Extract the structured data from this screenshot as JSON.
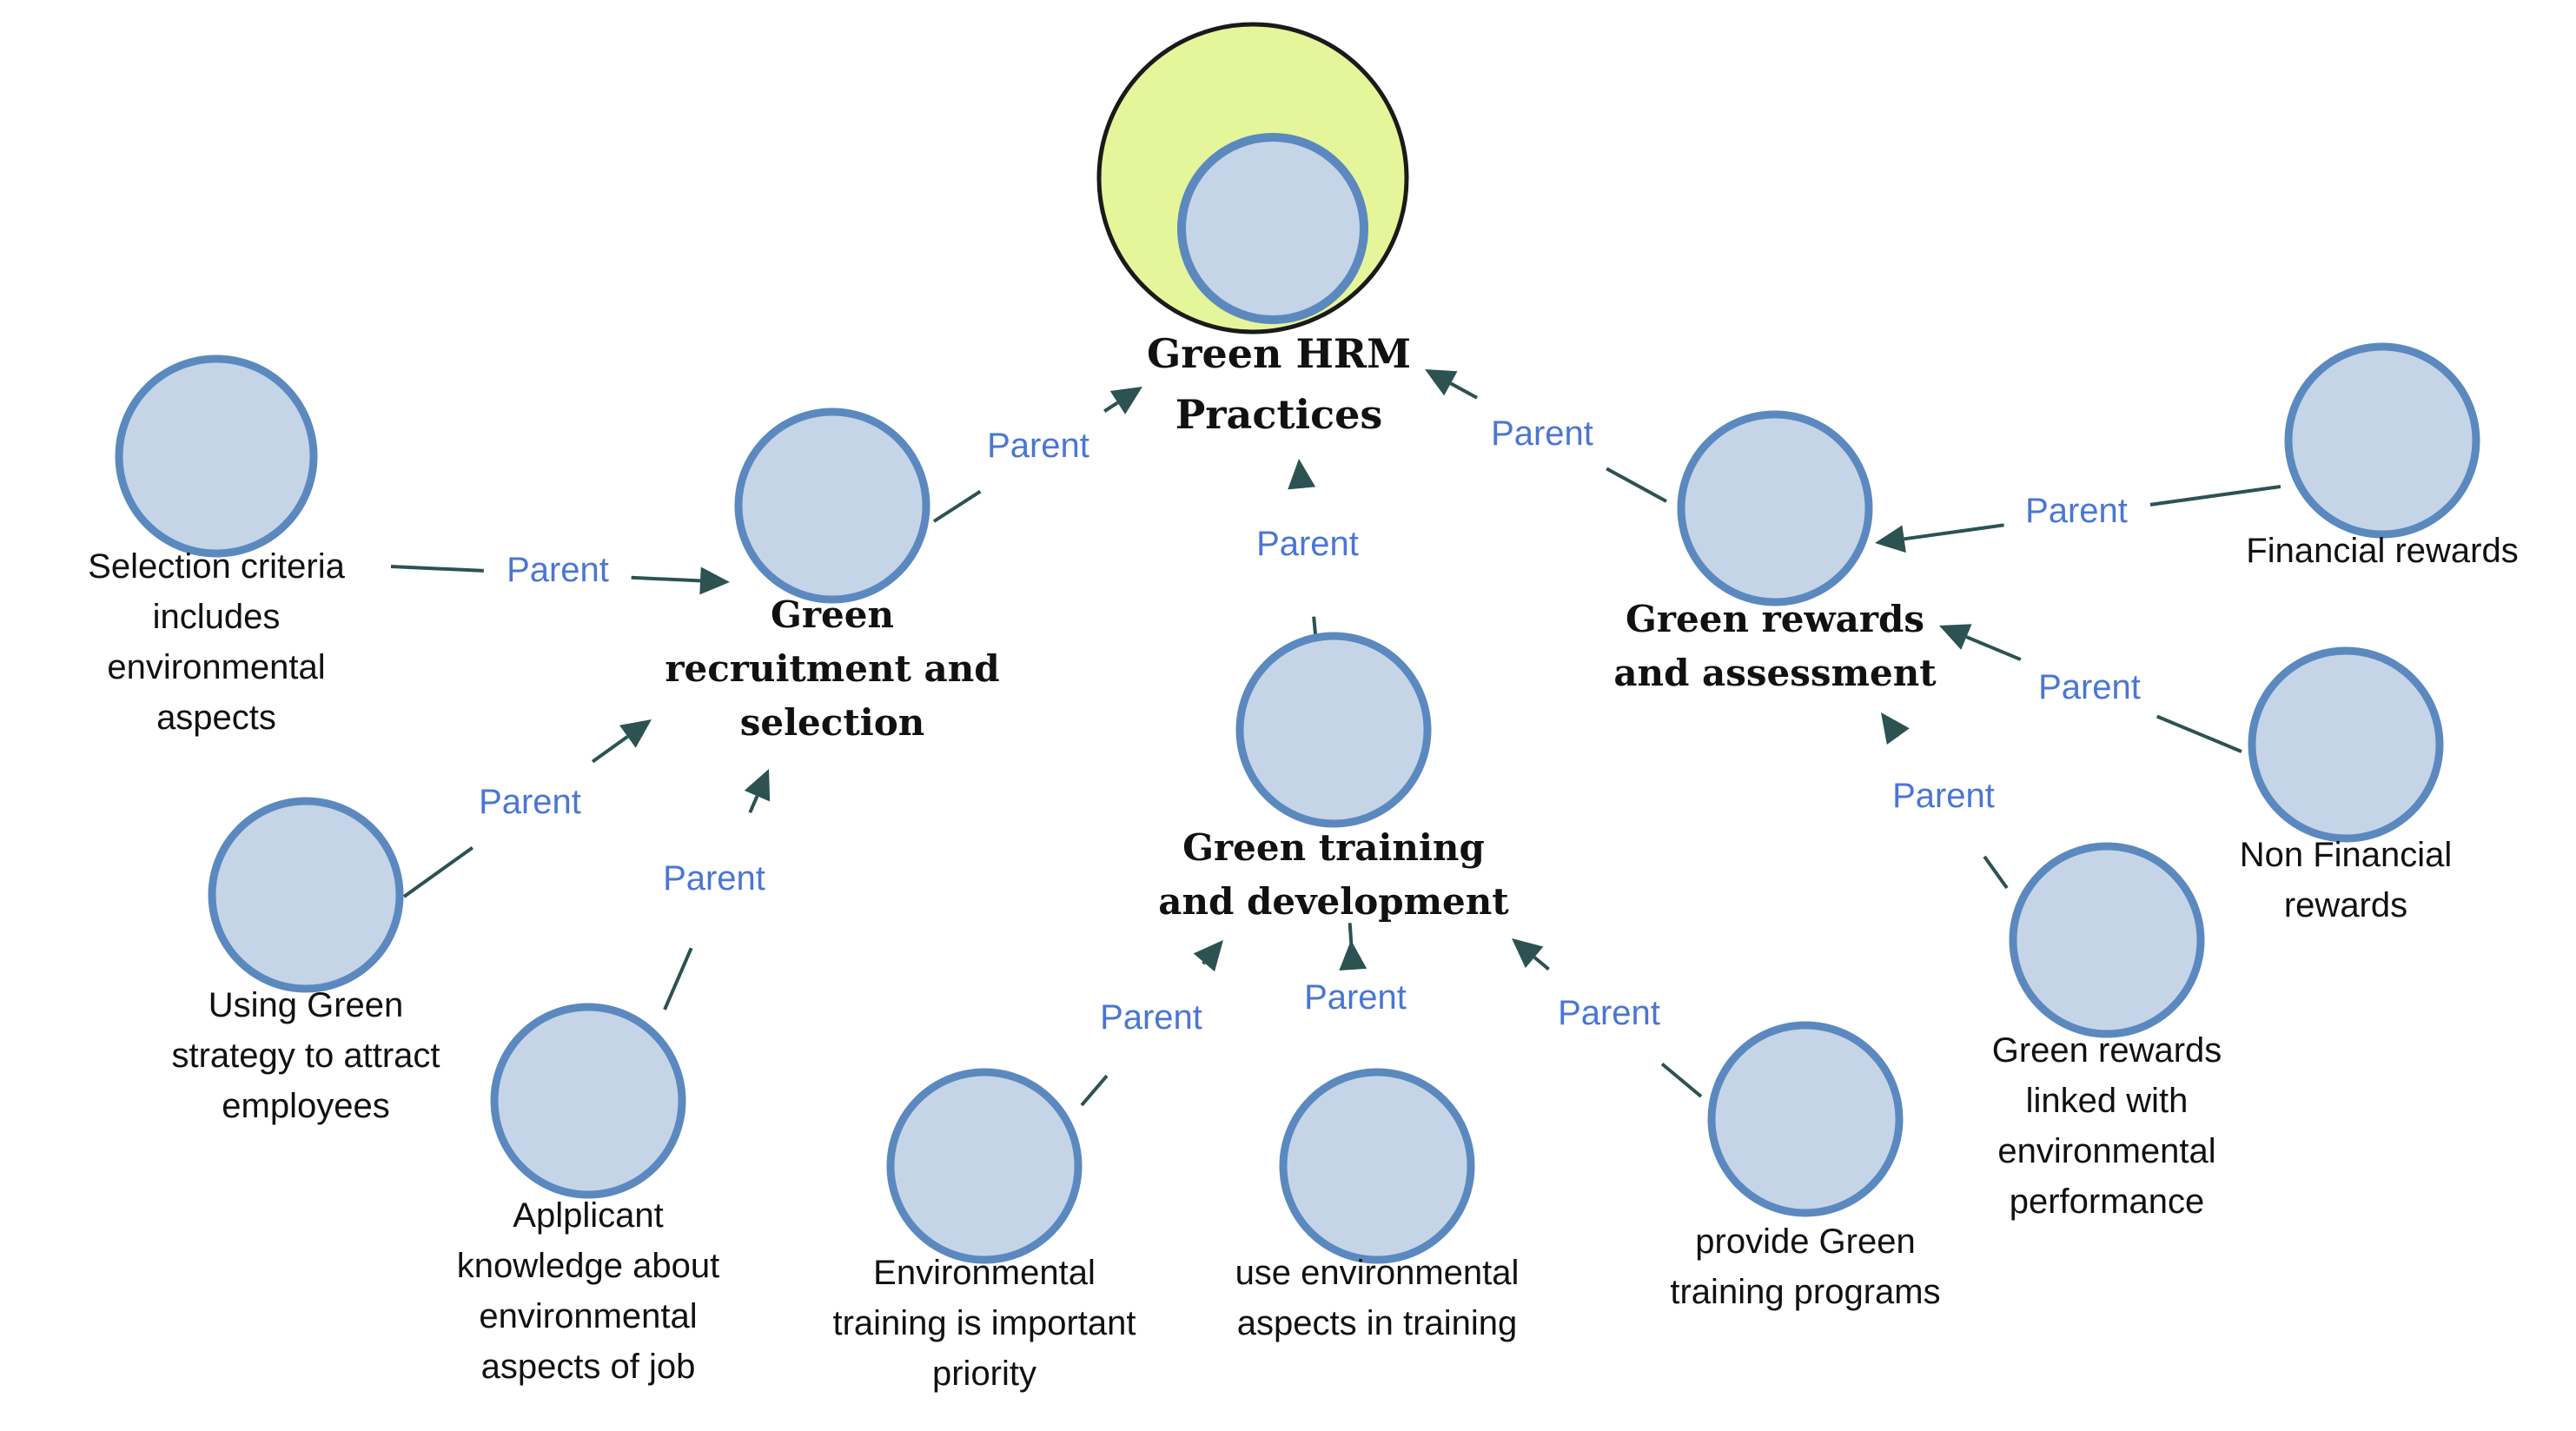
{
  "edge_label": "Parent",
  "colors": {
    "node_fill": "#c5d5e7",
    "node_stroke": "#5b89bf",
    "root_fill": "#e4f59a",
    "edge": "#2c5252",
    "edge_label": "#4a76d4"
  },
  "root": {
    "id": "green-hrm-practices",
    "label_lines": [
      "Green HRM",
      "Practices"
    ]
  },
  "groups": [
    {
      "id": "green-recruitment",
      "label_lines": [
        "Green",
        "recruitment and",
        "selection"
      ],
      "parent": "green-hrm-practices"
    },
    {
      "id": "green-training",
      "label_lines": [
        "Green training",
        "and development"
      ],
      "parent": "green-hrm-practices"
    },
    {
      "id": "green-rewards",
      "label_lines": [
        "Green rewards",
        "and assessment"
      ],
      "parent": "green-hrm-practices"
    }
  ],
  "leaves": [
    {
      "id": "selection-criteria",
      "label_lines": [
        "Selection criteria",
        "includes",
        "environmental",
        "aspects"
      ],
      "parent": "green-recruitment"
    },
    {
      "id": "using-green-strategy",
      "label_lines": [
        "Using Green",
        "strategy to attract",
        "employees"
      ],
      "parent": "green-recruitment"
    },
    {
      "id": "applicant-knowledge",
      "label_lines": [
        "Aplplicant",
        "knowledge about",
        "environmental",
        "aspects of job"
      ],
      "parent": "green-recruitment"
    },
    {
      "id": "environmental-training-priority",
      "label_lines": [
        "Environmental",
        "training is important",
        "priority"
      ],
      "parent": "green-training"
    },
    {
      "id": "use-environmental-aspects",
      "label_lines": [
        "use environmental",
        "aspects in training"
      ],
      "parent": "green-training"
    },
    {
      "id": "provide-green-training",
      "label_lines": [
        "provide Green",
        "training programs"
      ],
      "parent": "green-training"
    },
    {
      "id": "financial-rewards",
      "label_lines": [
        "Financial rewards"
      ],
      "parent": "green-rewards"
    },
    {
      "id": "non-financial-rewards",
      "label_lines": [
        "Non Financial",
        "rewards"
      ],
      "parent": "green-rewards"
    },
    {
      "id": "green-rewards-linked",
      "label_lines": [
        "Green rewards",
        "linked with",
        "environmental",
        "performance"
      ],
      "parent": "green-rewards"
    }
  ]
}
